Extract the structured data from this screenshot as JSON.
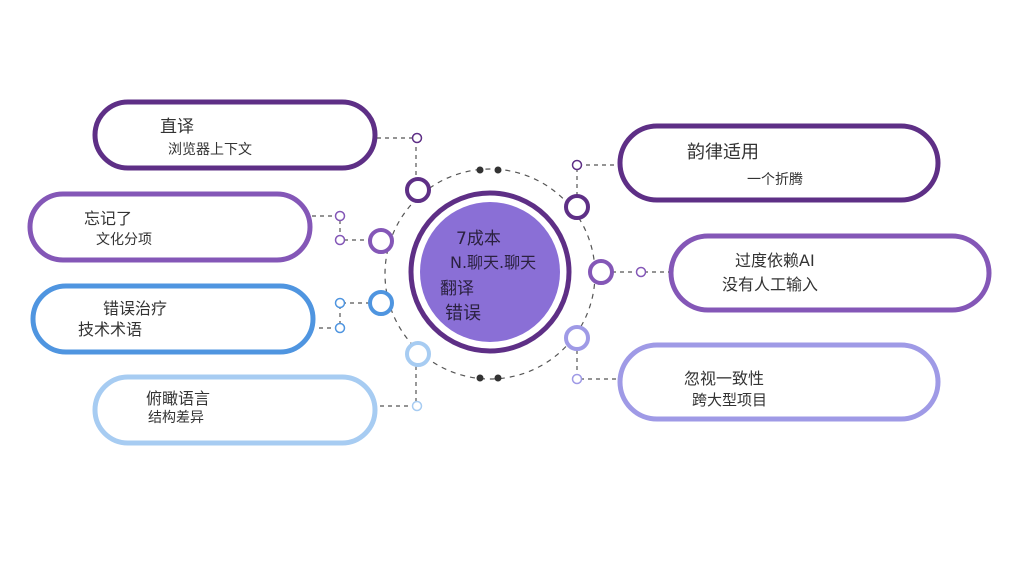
{
  "center": {
    "lines": [
      "7成本",
      "N.聊天.聊天",
      "翻译",
      "错误"
    ],
    "color": "#8a6fd6",
    "ring_color": "#5e2f86"
  },
  "nodes": [
    {
      "id": "direct-translation",
      "title": "直译",
      "subtitle": "浏览器上下文",
      "color": "#5e2f86"
    },
    {
      "id": "forgot",
      "title": "忘记了",
      "subtitle": "文化分项",
      "color": "#8457b7"
    },
    {
      "id": "error-treatment",
      "title": "错误治疗",
      "subtitle": "技术术语",
      "color": "#4f95e0"
    },
    {
      "id": "overlook-language",
      "title": "俯瞰语言",
      "subtitle": "结构差异",
      "color": "#a7ccf2"
    },
    {
      "id": "rhythm",
      "title": "韵律适用",
      "subtitle": "一个折腾",
      "color": "#5e2f86"
    },
    {
      "id": "over-reliance-ai",
      "title": "过度依赖AI",
      "subtitle": "没有人工输入",
      "color": "#8457b7"
    },
    {
      "id": "ignore-consistency",
      "title": "忽视一致性",
      "subtitle": "跨大型项目",
      "color": "#9f9ae6"
    }
  ]
}
